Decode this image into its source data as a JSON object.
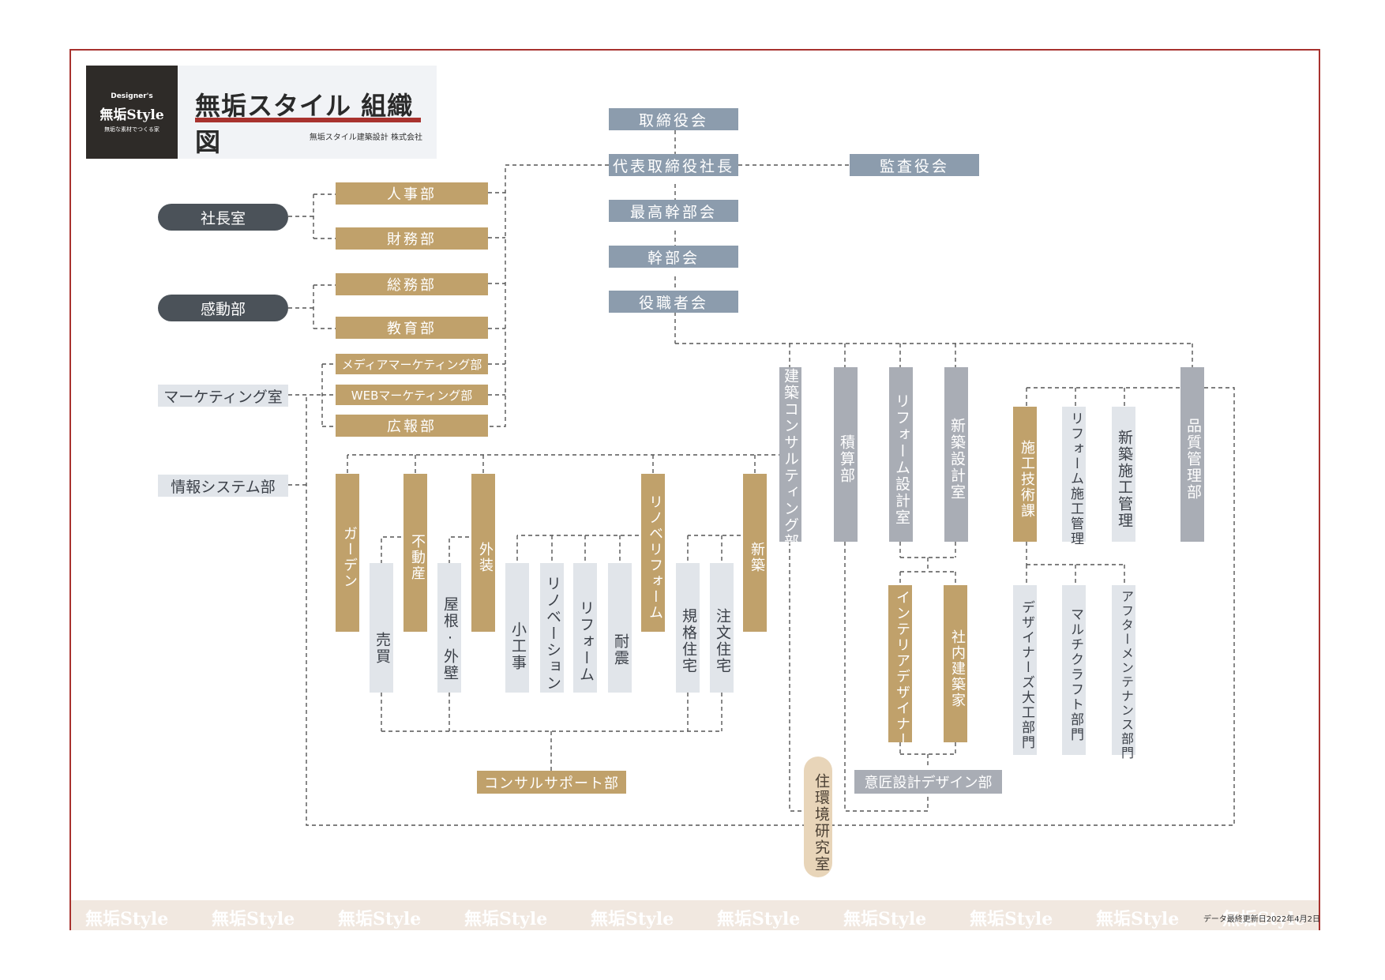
{
  "header": {
    "logo_small": "Designer's",
    "logo_main": "無垢Style",
    "logo_tagline": "無垢な素材でつくる家",
    "title": "無垢スタイル 組織図",
    "company": "無垢スタイル建築設計 株式会社"
  },
  "executive": {
    "board": "取締役会",
    "president": "代表取締役社長",
    "auditor": "監査役会",
    "top_executive": "最高幹部会",
    "executive_meeting": "幹部会",
    "officers": "役職者会"
  },
  "left": {
    "presidents_office": "社長室",
    "inspiration": "感動部",
    "marketing": "マーケティング室",
    "info_systems": "情報システム部",
    "hr": "人事部",
    "finance": "財務部",
    "general_affairs": "総務部",
    "education": "教育部",
    "media_marketing": "メディアマーケティング部",
    "web_marketing": "WEBマーケティング部",
    "pr": "広報部"
  },
  "departments": {
    "consulting": "建築コンサルティング部",
    "estimating": "積算部",
    "reform_design": "リフォーム設計室",
    "newbuild_design": "新築設計室",
    "quality": "品質管理部"
  },
  "consulting_units": {
    "garden": "ガーデン",
    "realestate": "不動産",
    "exterior": "外装",
    "renovation_reform": "リノベリフォーム",
    "newbuild": "新築",
    "trade": "売買",
    "roof_wall": "屋根·外壁",
    "small_works": "小工事",
    "renovation": "リノベーション",
    "reform": "リフォーム",
    "seismic": "耐震",
    "standard_home": "規格住宅",
    "custom_home": "注文住宅",
    "support": "コンサルサポート部"
  },
  "design_units": {
    "interior": "インテリアデザイナー",
    "architect": "社内建築家",
    "design_dept": "意匠設計デザイン部"
  },
  "quality_units": {
    "construction_tech": "施工技術課",
    "reform_construction": "リフォーム施工管理",
    "newbuild_construction": "新築施工管理",
    "carpenter": "デザイナーズ大工部門",
    "multicraft": "マルチクラフト部門",
    "aftercare": "アフターメンテナンス部門"
  },
  "research": "住環境研究室",
  "watermark": "無垢Style",
  "footer": "データ最終更新日2022年4月2日",
  "colors": {
    "frame": "#a8322e",
    "slate": "#8c9cad",
    "tan": "#c0a16b",
    "gray": "#a9adb5",
    "light": "#e1e5ea",
    "dark": "#4b5259",
    "beige": "#e8d5b9"
  }
}
